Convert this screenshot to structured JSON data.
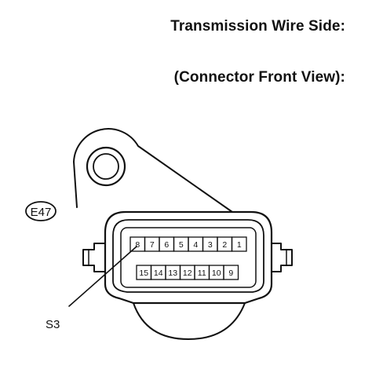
{
  "title": "Transmission Wire Side:",
  "subtitle": "(Connector Front View):",
  "connector_code": "E47",
  "pointer_label": "S3",
  "pins_top": [
    "8",
    "7",
    "6",
    "5",
    "4",
    "3",
    "2",
    "1"
  ],
  "pins_bottom": [
    "15",
    "14",
    "13",
    "12",
    "11",
    "10",
    "9"
  ]
}
